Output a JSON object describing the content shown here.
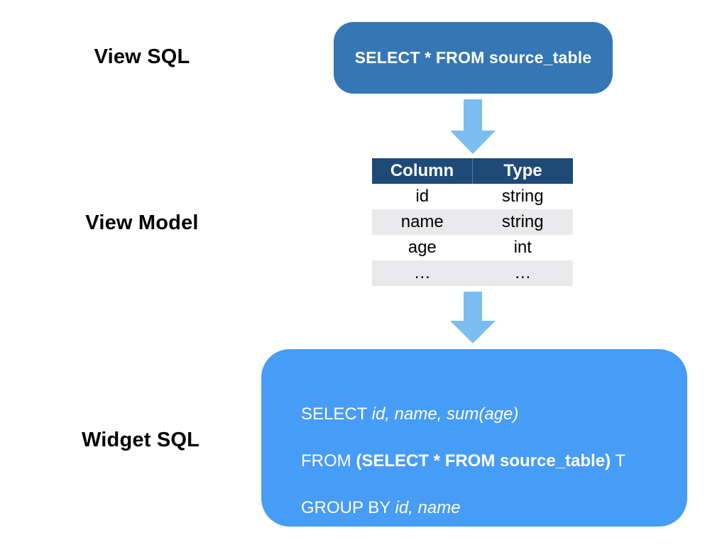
{
  "diagram": {
    "labels": {
      "view_sql": "View SQL",
      "view_model": "View Model",
      "widget_sql": "Widget SQL"
    },
    "view_sql_box": {
      "text": "SELECT * FROM source_table"
    },
    "view_model_table": {
      "headers": [
        "Column",
        "Type"
      ],
      "rows": [
        [
          "id",
          "string"
        ],
        [
          "name",
          "string"
        ],
        [
          "age",
          "int"
        ],
        [
          "…",
          "…"
        ]
      ]
    },
    "widget_sql_box": {
      "lines": [
        {
          "segments": [
            {
              "text": "SELECT ",
              "style": "normal"
            },
            {
              "text": "id, name, sum(age)",
              "style": "italic"
            }
          ]
        },
        {
          "segments": [
            {
              "text": "FROM ",
              "style": "normal"
            },
            {
              "text": "(SELECT * FROM source_table)",
              "style": "bold"
            },
            {
              "text": " T",
              "style": "normal"
            }
          ]
        },
        {
          "segments": [
            {
              "text": "GROUP BY ",
              "style": "normal"
            },
            {
              "text": "id, name",
              "style": "italic"
            }
          ]
        }
      ]
    },
    "colors": {
      "view_sql_box_bg": "#3577b5",
      "widget_sql_box_bg": "#479cf5",
      "table_header_bg": "#1e4a78",
      "table_alt_row_bg": "#e9e9eb",
      "arrow": "#7bbdf0",
      "box_text": "#ffffff",
      "label_text": "#000000"
    }
  }
}
